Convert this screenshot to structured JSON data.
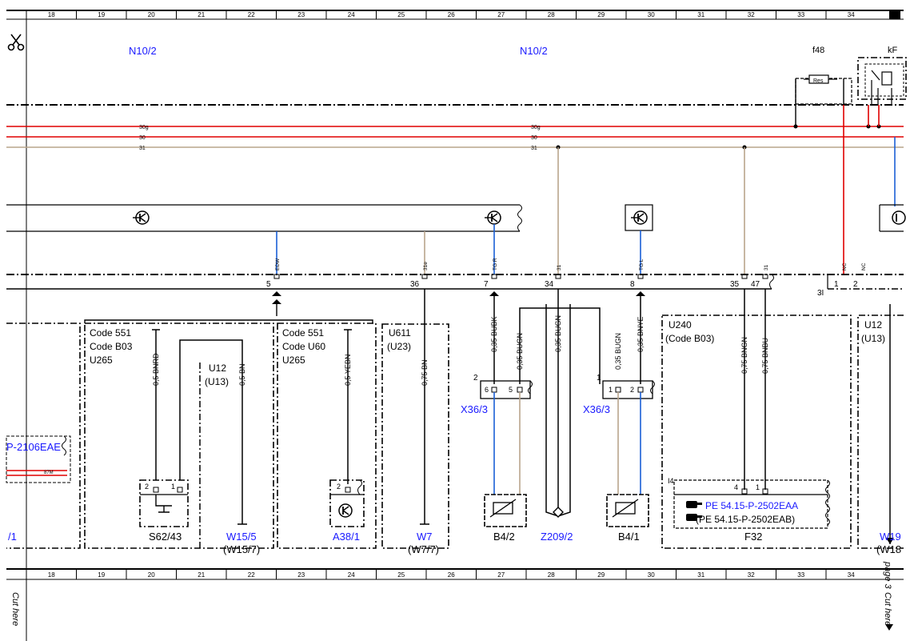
{
  "ruler": {
    "cols": [
      "18",
      "19",
      "20",
      "21",
      "22",
      "23",
      "24",
      "25",
      "26",
      "27",
      "28",
      "29",
      "30",
      "31",
      "32",
      "33",
      "34"
    ]
  },
  "header": {
    "n10_left": "N10/2",
    "n10_right": "N10/2",
    "f48": "f48",
    "kf": "kF",
    "res": "Res"
  },
  "buses": {
    "b30g_a": "30g",
    "b30_a": "30",
    "b31_a": "31",
    "b30g_b": "30g",
    "b30_b": "30",
    "b31_b": "31"
  },
  "connector": {
    "pins": [
      "5",
      "36",
      "7",
      "34",
      "8",
      "35",
      "47"
    ],
    "labels": [
      "EDW",
      "31e",
      "TG R",
      "31",
      "TG L",
      "31",
      "NC",
      "NC"
    ],
    "right_pins": [
      "1",
      "2"
    ],
    "row_label": "3I"
  },
  "boxes": {
    "b1_code": [
      "Code 551",
      "Code B03",
      "U265"
    ],
    "b1_u12": [
      "U12",
      "(U13)"
    ],
    "b2_code": [
      "Code 551",
      "Code U60",
      "U265"
    ],
    "b3": [
      "U611",
      "(U23)"
    ],
    "b4": [
      "U240",
      "(Code B03)"
    ],
    "b5": [
      "U12",
      "(U13)"
    ],
    "left_ref": "P-2106EAE",
    "left_87m": "87M",
    "left_bottom": "/1"
  },
  "wires": {
    "w_bnrd": "0,5 BNRD",
    "w_bn05": "0,5 BN",
    "w_yebn": "0,5 YEBN",
    "w_bn075": "0,75 BN",
    "w_bubk": "0,35 BUBK",
    "w_bugn1": "0,35 BUGN",
    "w_bugn2": "0,35 BUGN",
    "w_bugn3": "0,35 BUGN",
    "w_bnye": "0,35 BNYE",
    "w_bngn": "0,75 BNGN",
    "w_bnbu": "0,75 BNBU"
  },
  "components": {
    "s62": "S62/43",
    "w15": "W15/5",
    "w15b": "(W15/7)",
    "a38": "A38/1",
    "w7": "W7",
    "w7b": "(W7/7)",
    "b42": "B4/2",
    "z209": "Z209/2",
    "b41": "B4/1",
    "f32": "F32",
    "x363a": "X36/3",
    "x363b": "X36/3",
    "w19": "W19",
    "w18": "(W18"
  },
  "pins_small": {
    "s62_2": "2",
    "s62_1": "1",
    "a38_2": "2",
    "x_a_num": "2",
    "x_a_6": "6",
    "x_a_5": "5",
    "x_b_num": "1",
    "x_b_1": "1",
    "x_b_2": "2",
    "f32_i4": "I4",
    "f32_4": "4",
    "f32_1": "1"
  },
  "refs": {
    "pe1": "PE 54.15-P-2502EAA",
    "pe2": "(PE 54.15-P-2502EAB)"
  },
  "side": {
    "cut_left": "Cut here",
    "cut_right": "Cut here",
    "page3": "page 3"
  },
  "colors": {
    "wire_red": "#e00000",
    "wire_brown": "#b9a58c",
    "wire_blue": "#1a5fd6",
    "label_blue": "#1a1aff"
  }
}
